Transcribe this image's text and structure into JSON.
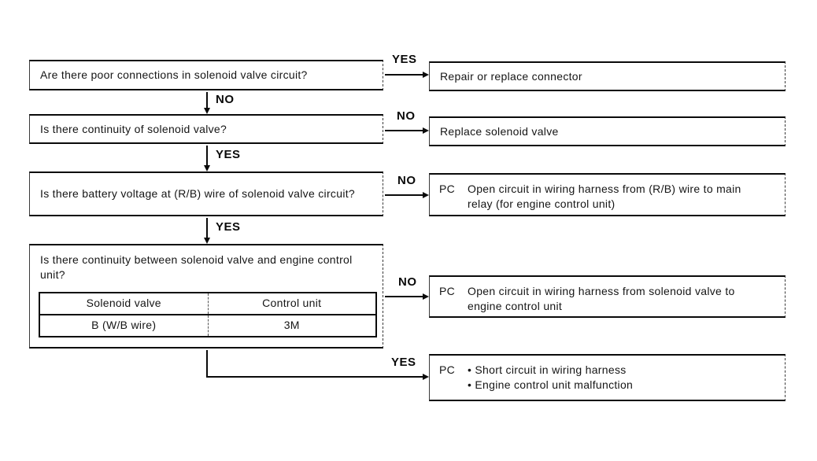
{
  "flowchart": {
    "labels": {
      "yes": "YES",
      "no": "NO"
    },
    "questions": [
      {
        "text": "Are there poor connections in solenoid valve circuit?"
      },
      {
        "text": "Is there continuity of solenoid valve?"
      },
      {
        "text": "Is there battery voltage at (R/B) wire of solenoid valve circuit?"
      },
      {
        "text": "Is there continuity between solenoid valve and engine control unit?"
      }
    ],
    "table": {
      "headers": [
        "Solenoid valve",
        "Control unit"
      ],
      "rows": [
        [
          "B (W/B wire)",
          "3M"
        ]
      ]
    },
    "actions": [
      {
        "text": "Repair or replace connector"
      },
      {
        "text": "Replace solenoid valve"
      },
      {
        "prefix": "PC",
        "text": "Open circuit in wiring harness from (R/B) wire to main relay (for engine control unit)"
      },
      {
        "prefix": "PC",
        "text": "Open circuit in wiring harness from solenoid valve to engine control unit"
      },
      {
        "prefix": "PC",
        "bullets": [
          "• Short circuit in wiring harness",
          "• Engine control unit malfunction"
        ]
      }
    ]
  },
  "colors": {
    "ink": "#0a0a0a",
    "background": "#ffffff"
  }
}
